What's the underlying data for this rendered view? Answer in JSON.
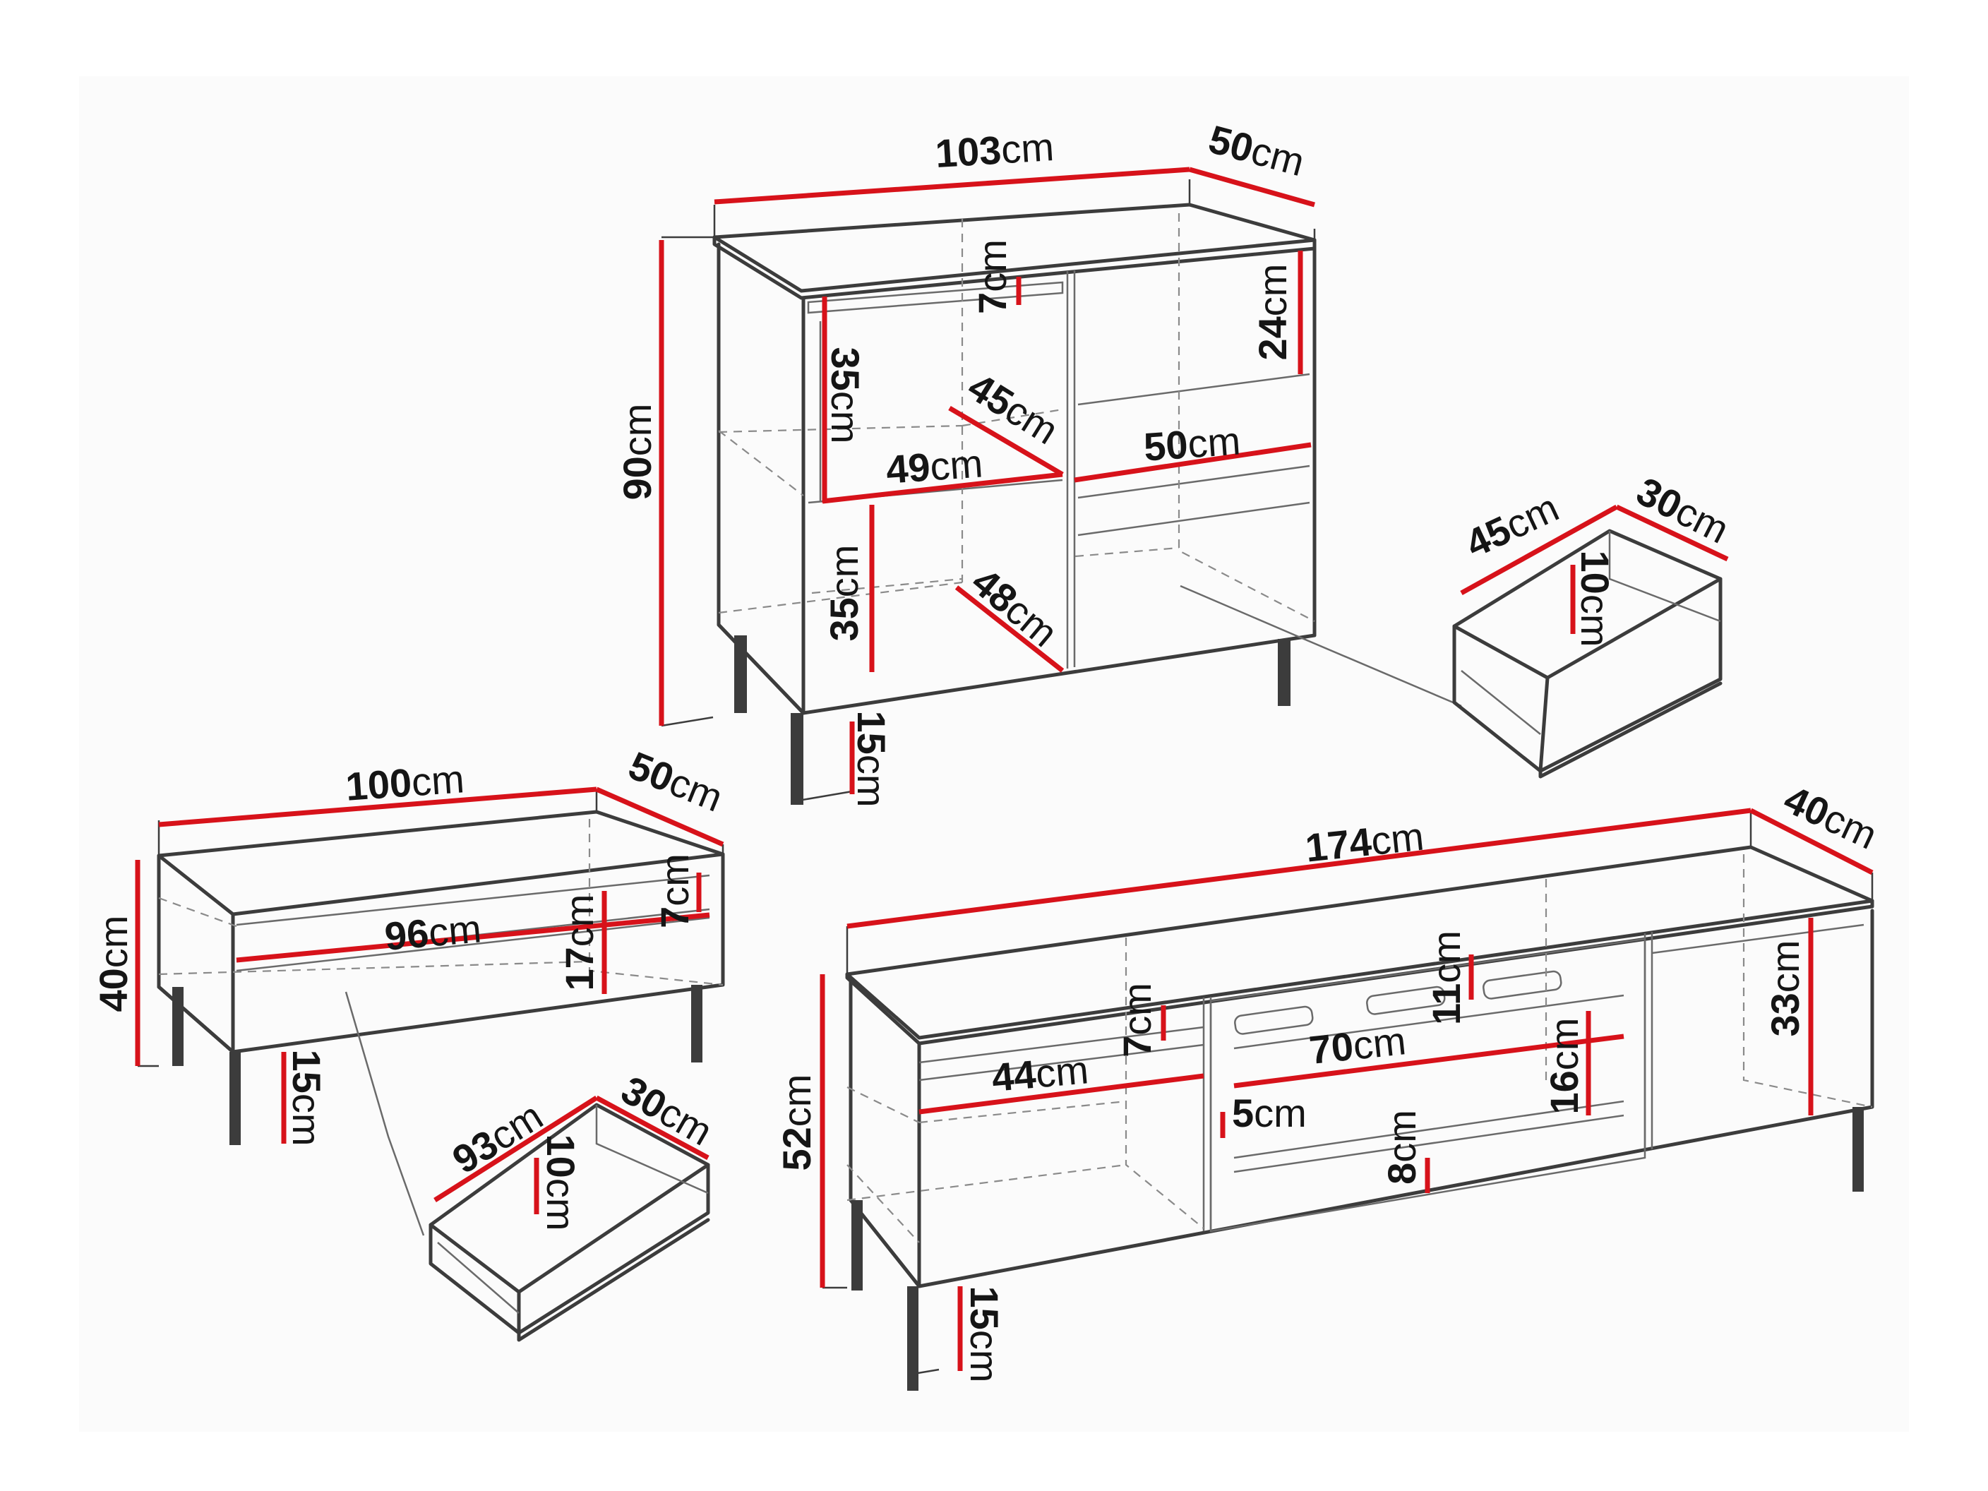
{
  "units": "cm",
  "sideboard": {
    "width": "103",
    "depth": "50",
    "height": "90",
    "top_drawer_height": "7",
    "right_upper_height": "24",
    "upper_shelf_height": "35",
    "upper_shelf_depth": "45",
    "upper_shelf_width": "49",
    "right_inner_width": "50",
    "lower_shelf_height": "35",
    "lower_shelf_depth": "48",
    "leg_height": "15"
  },
  "sideboard_drawer": {
    "width": "45",
    "depth": "30",
    "height": "10"
  },
  "coffee_table": {
    "width": "100",
    "depth": "50",
    "height": "40",
    "top_gap": "7",
    "inner_width": "96",
    "drawer_height": "17",
    "leg_height": "15"
  },
  "coffee_table_drawer": {
    "width": "93",
    "depth": "30",
    "height": "10"
  },
  "tv_stand": {
    "width": "174",
    "depth": "40",
    "height": "52",
    "left_top_gap": "7",
    "left_inner_width": "44",
    "center_upper_height": "11",
    "center_width": "70",
    "center_gap": "5",
    "center_right_height": "16",
    "center_bottom_height": "8",
    "right_inner_height": "33",
    "leg_height": "15"
  }
}
